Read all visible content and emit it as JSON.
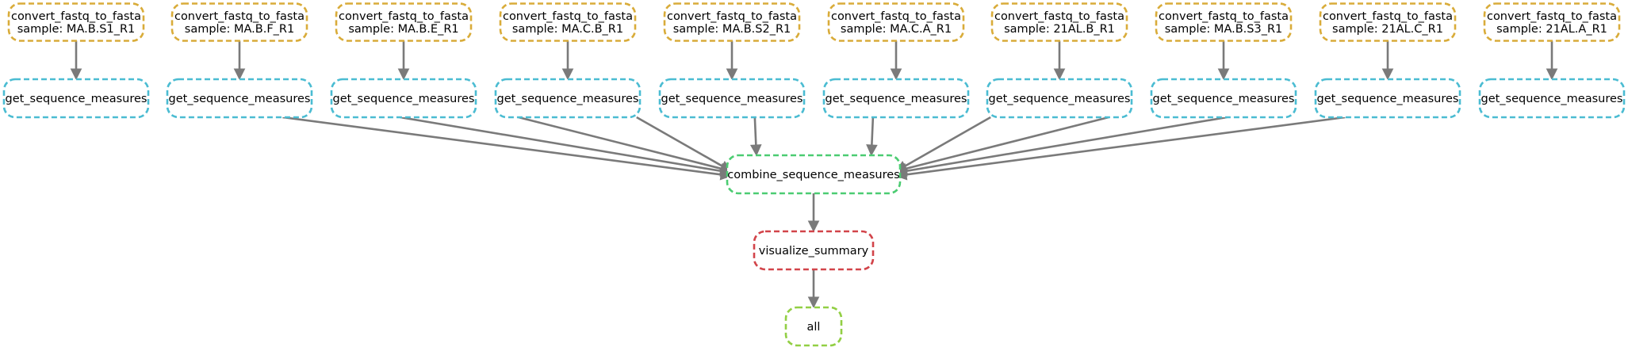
{
  "colors": {
    "convert": "#d9ac3a",
    "measure": "#4bbcd2",
    "combine": "#4ccc72",
    "visualize": "#d2444a",
    "all": "#92cf44",
    "edge": "#7a7a7a"
  },
  "nodes": {
    "convert": [
      {
        "rule": "convert_fastq_to_fasta",
        "sample": "sample: MA.B.S1_R1"
      },
      {
        "rule": "convert_fastq_to_fasta",
        "sample": "sample: MA.B.F_R1"
      },
      {
        "rule": "convert_fastq_to_fasta",
        "sample": "sample: MA.B.E_R1"
      },
      {
        "rule": "convert_fastq_to_fasta",
        "sample": "sample: MA.C.B_R1"
      },
      {
        "rule": "convert_fastq_to_fasta",
        "sample": "sample: MA.B.S2_R1"
      },
      {
        "rule": "convert_fastq_to_fasta",
        "sample": "sample: MA.C.A_R1"
      },
      {
        "rule": "convert_fastq_to_fasta",
        "sample": "sample: 21AL.B_R1"
      },
      {
        "rule": "convert_fastq_to_fasta",
        "sample": "sample: MA.B.S3_R1"
      },
      {
        "rule": "convert_fastq_to_fasta",
        "sample": "sample: 21AL.C_R1"
      },
      {
        "rule": "convert_fastq_to_fasta",
        "sample": "sample: 21AL.A_R1"
      }
    ],
    "measure": [
      {
        "rule": "get_sequence_measures"
      },
      {
        "rule": "get_sequence_measures"
      },
      {
        "rule": "get_sequence_measures"
      },
      {
        "rule": "get_sequence_measures"
      },
      {
        "rule": "get_sequence_measures"
      },
      {
        "rule": "get_sequence_measures"
      },
      {
        "rule": "get_sequence_measures"
      },
      {
        "rule": "get_sequence_measures"
      },
      {
        "rule": "get_sequence_measures"
      },
      {
        "rule": "get_sequence_measures"
      }
    ],
    "combine": {
      "rule": "combine_sequence_measures"
    },
    "visualize": {
      "rule": "visualize_summary"
    },
    "all": {
      "rule": "all"
    }
  }
}
